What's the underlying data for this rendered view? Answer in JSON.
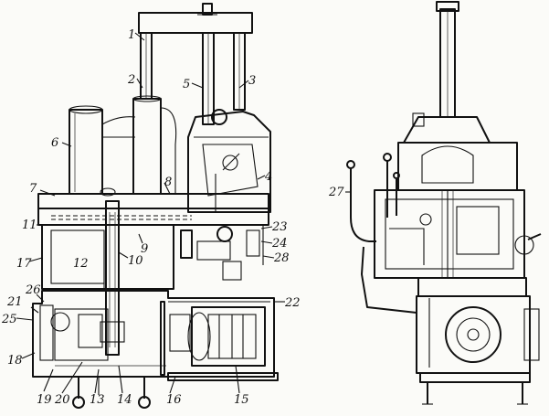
{
  "figure": {
    "background": "#fbfbf8",
    "ink": "#111111",
    "front_view_labels": [
      "1",
      "2",
      "5",
      "3",
      "6",
      "7",
      "8",
      "4",
      "11",
      "9",
      "23",
      "24",
      "28",
      "17",
      "10",
      "12",
      "26",
      "21",
      "25",
      "22",
      "18",
      "19",
      "20",
      "13",
      "14",
      "16",
      "15"
    ],
    "side_view_labels": [
      "27"
    ]
  }
}
